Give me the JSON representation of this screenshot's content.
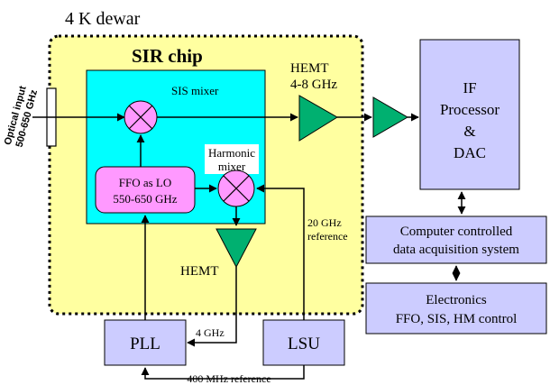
{
  "dewar": {
    "label": "4 K dewar"
  },
  "chip": {
    "title": "SIR chip"
  },
  "optical_input": {
    "line1": "Optical input",
    "line2": "500-650 GHz"
  },
  "sis_mixer": {
    "label": "SIS mixer"
  },
  "harmonic_mixer": {
    "line1": "Harmonic",
    "line2": "mixer"
  },
  "ffo": {
    "line1": "FFO as LO",
    "line2": "550-650 GHz"
  },
  "hemt_if": {
    "line1": "HEMT",
    "line2": "4-8 GHz"
  },
  "hemt_lower": {
    "label": "HEMT"
  },
  "ref_20ghz": {
    "line1": "20 GHz",
    "line2": "reference"
  },
  "if_processor": {
    "line1": "IF",
    "line2": "Processor",
    "line3": "&",
    "line4": "DAC"
  },
  "daq": {
    "line1": "Computer controlled",
    "line2": "data acquisition system"
  },
  "electronics": {
    "line1": "Electronics",
    "line2": "FFO, SIS, HM control"
  },
  "pll": {
    "label": "PLL"
  },
  "lsu": {
    "label": "LSU"
  },
  "link_4ghz": {
    "label": "4 GHz"
  },
  "ref_400mhz": {
    "label": "400 MHz reference"
  },
  "colors": {
    "dewar_fill": "#FFFFA0",
    "chip_fill": "#00FFFF",
    "mixer_fill": "#FF99FF",
    "ffo_fill": "#FF99FF",
    "amp_fill": "#00B070",
    "block_fill": "#CCCCFF"
  }
}
